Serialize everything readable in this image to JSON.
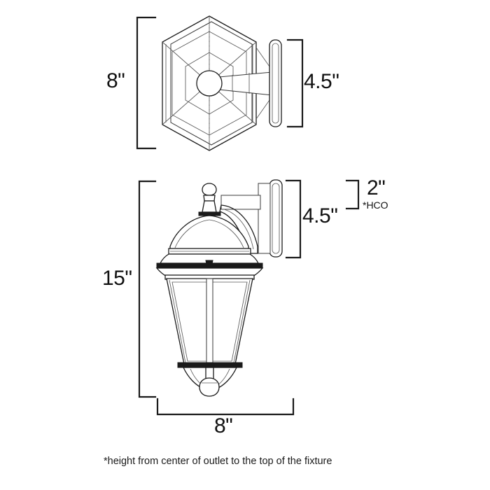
{
  "document": {
    "type": "product-dimension-spec-drawing",
    "subject": "outdoor wall lantern fixture",
    "background_color": "#ffffff",
    "line_color": "#1a1a1a"
  },
  "views": {
    "top": {
      "name": "top-view",
      "description": "hexagonal top-down plan view with wall mount plate"
    },
    "side": {
      "name": "side-elevation-view",
      "description": "side elevation of lantern with dome, cage and finials"
    }
  },
  "dimensions": {
    "top_view_height": {
      "label": "8\"",
      "name": "top-view-height-dimension",
      "position": "left"
    },
    "top_view_depth": {
      "label": "4.5\"",
      "name": "top-view-depth-dimension",
      "position": "right"
    },
    "side_view_height": {
      "label": "15\"",
      "name": "side-view-height-dimension",
      "position": "left"
    },
    "side_view_depth": {
      "label": "4.5\"",
      "name": "side-view-depth-dimension",
      "position": "right"
    },
    "outlet_offset": {
      "label": "2\"",
      "note": "*HCO",
      "name": "outlet-offset-dimension",
      "position": "right-top"
    },
    "side_view_width": {
      "label": "8\"",
      "name": "side-view-width-dimension",
      "position": "bottom"
    }
  },
  "footnote": {
    "text": "*height from center of outlet to the top of the fixture"
  }
}
